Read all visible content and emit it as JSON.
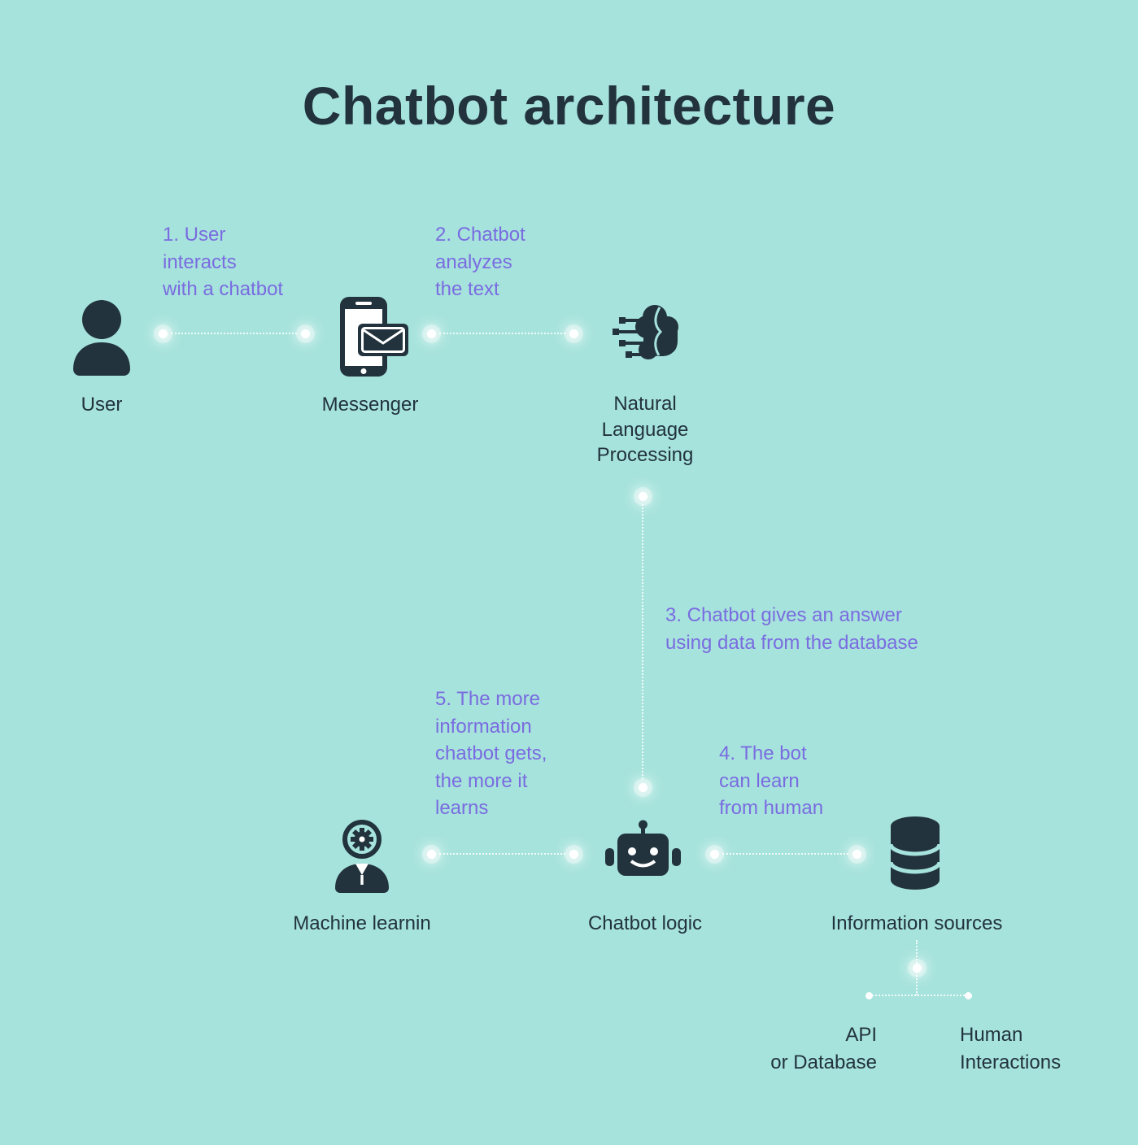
{
  "title": "Chatbot architecture",
  "colors": {
    "background": "#a6e3dc",
    "dark": "#22333d",
    "purple": "#7a6ce0"
  },
  "steps": {
    "step1": [
      "1. User",
      "interacts",
      "with a chatbot"
    ],
    "step2": [
      "2. Chatbot",
      "analyzes",
      "the text"
    ],
    "step3": [
      "3. Chatbot gives an answer",
      "using data from the database"
    ],
    "step4": [
      "4. The bot",
      "can learn",
      "from human"
    ],
    "step5": [
      "5. The more",
      "information",
      "chatbot gets,",
      "the more it",
      "learns"
    ]
  },
  "nodes": {
    "user": "User",
    "messenger": "Messenger",
    "nlp": [
      "Natural",
      "Language",
      "Processing"
    ],
    "machine_learning": "Machine learnin",
    "chatbot_logic": "Chatbot logic",
    "information_sources": "Information sources",
    "api_or_database": [
      "API",
      "or Database"
    ],
    "human_interactions": [
      "Human",
      "Interactions"
    ]
  },
  "icons": {
    "user": "person-icon",
    "messenger": "phone-message-icon",
    "nlp": "brain-circuit-icon",
    "machine_learning": "person-gear-icon",
    "chatbot_logic": "robot-icon",
    "information_sources": "database-icon"
  }
}
